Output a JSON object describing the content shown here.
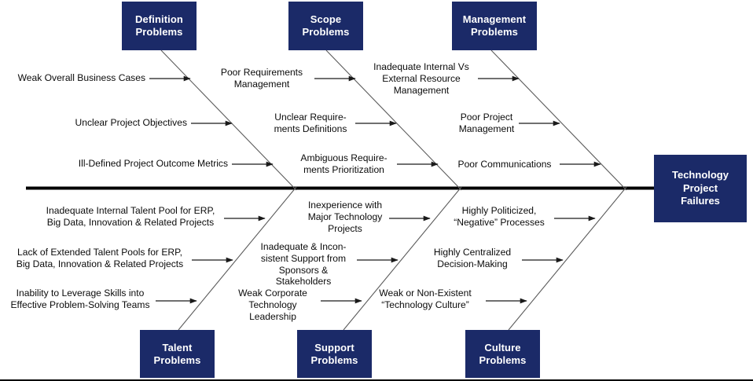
{
  "diagram": {
    "type": "fishbone-ishikawa",
    "effect": {
      "lines": [
        "Technology",
        "Project",
        "Failures"
      ],
      "color": "#1B2A68"
    },
    "accent_color": "#1B2A68",
    "spine_color": "#000000",
    "rib_color": "#595959",
    "categories": [
      {
        "id": "definition",
        "position": "top",
        "lines": [
          "Definition",
          "Problems"
        ],
        "causes": [
          "Weak Overall Business Cases",
          "Unclear Project Objectives",
          "Ill-Defined Project Outcome Metrics"
        ]
      },
      {
        "id": "scope",
        "position": "top",
        "lines": [
          "Scope",
          "Problems"
        ],
        "causes": [
          "Poor Requirements\nManagement",
          "Unclear Require-\nments Definitions",
          "Ambiguous Require-\nments Prioritization"
        ]
      },
      {
        "id": "management",
        "position": "top",
        "lines": [
          "Management",
          "Problems"
        ],
        "causes": [
          "Inadequate Internal Vs\nExternal Resource\nManagement",
          "Poor Project\nManagement",
          "Poor Communications"
        ]
      },
      {
        "id": "talent",
        "position": "bottom",
        "lines": [
          "Talent",
          "Problems"
        ],
        "causes": [
          "Inadequate Internal Talent Pool for ERP,\nBig Data, Innovation & Related Projects",
          "Lack of Extended Talent Pools for ERP,\nBig Data, Innovation & Related Projects",
          "Inability to Leverage Skills into\nEffective Problem-Solving Teams"
        ]
      },
      {
        "id": "support",
        "position": "bottom",
        "lines": [
          "Support",
          "Problems"
        ],
        "causes": [
          "Inexperience with\nMajor Technology\nProjects",
          "Inadequate & Incon-\nsistent Support from\nSponsors & Stakeholders",
          "Weak Corporate\nTechnology Leadership"
        ]
      },
      {
        "id": "culture",
        "position": "bottom",
        "lines": [
          "Culture",
          "Problems"
        ],
        "causes": [
          "Highly Politicized,\n“Negative” Processes",
          "Highly Centralized\nDecision-Making",
          "Weak or Non-Existent\n“Technology Culture”"
        ]
      }
    ]
  }
}
